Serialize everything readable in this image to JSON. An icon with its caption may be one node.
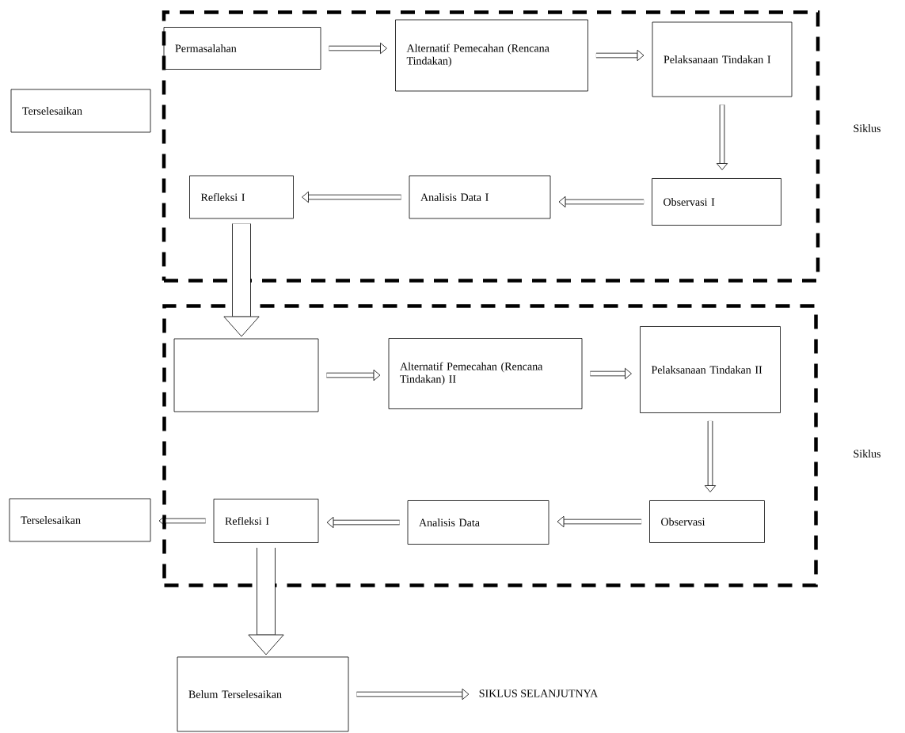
{
  "diagram": {
    "nodes": [
      {
        "text": [],
        "shape": "box",
        "beside": [
          "Siklus"
        ]
      },
      {
        "text": [
          "Permasalahan"
        ],
        "in": 0
      },
      {
        "text": [
          "Alternatif Pemecahan (Rencana Tindakan)"
        ],
        "in": 0
      },
      {
        "text": [
          "Pelaksanaan Tindakan I"
        ],
        "in": 0
      },
      {
        "text": [
          "Observasi I"
        ],
        "in": 0
      },
      {
        "text": [
          "Analisis Data I"
        ],
        "in": 0
      },
      {
        "text": [
          "Refleksi I"
        ],
        "in": 0
      },
      {
        "text": [
          "Terselesaikan"
        ]
      },
      {
        "text": [],
        "shape": "box",
        "beside": [
          "Siklus"
        ]
      },
      {
        "text": [],
        "shape": "box",
        "in": 8
      },
      {
        "text": [
          "Alternatif Pemecahan (Rencana Tindakan) II"
        ],
        "in": 8
      },
      {
        "text": [
          "Pelaksanaan Tindakan II"
        ],
        "in": 8
      },
      {
        "text": [
          "Observasi"
        ],
        "in": 8
      },
      {
        "text": [
          "Analisis Data"
        ],
        "in": 8
      },
      {
        "text": [
          "Refleksi I"
        ],
        "in": 8
      },
      {
        "text": [
          "Terselesaikan"
        ]
      },
      {
        "text": [
          "Belum Terselesaikan"
        ]
      },
      {
        "text": [
          "SIKLUS SELANJUTNYA"
        ]
      }
    ],
    "edges": [
      {
        "from": 1,
        "to": 2,
        "arrow": "to"
      },
      {
        "from": 2,
        "to": 3,
        "arrow": "to"
      },
      {
        "from": 3,
        "to": 4,
        "arrow": "to"
      },
      {
        "from": 4,
        "to": 5,
        "arrow": "to"
      },
      {
        "from": 5,
        "to": 6,
        "arrow": "to"
      },
      {
        "from": 6,
        "to": 9,
        "arrow": "to",
        "style": "thick"
      },
      {
        "from": 9,
        "to": 10,
        "arrow": "to"
      },
      {
        "from": 10,
        "to": 11,
        "arrow": "to"
      },
      {
        "from": 11,
        "to": 12,
        "arrow": "to"
      },
      {
        "from": 12,
        "to": 13,
        "arrow": "to"
      },
      {
        "from": 13,
        "to": 14,
        "arrow": "to"
      },
      {
        "from": 14,
        "to": 15,
        "arrow": "to"
      },
      {
        "from": 14,
        "to": 16,
        "arrow": "to",
        "style": "thick"
      },
      {
        "from": 16,
        "to": 17,
        "arrow": "to"
      }
    ]
  }
}
